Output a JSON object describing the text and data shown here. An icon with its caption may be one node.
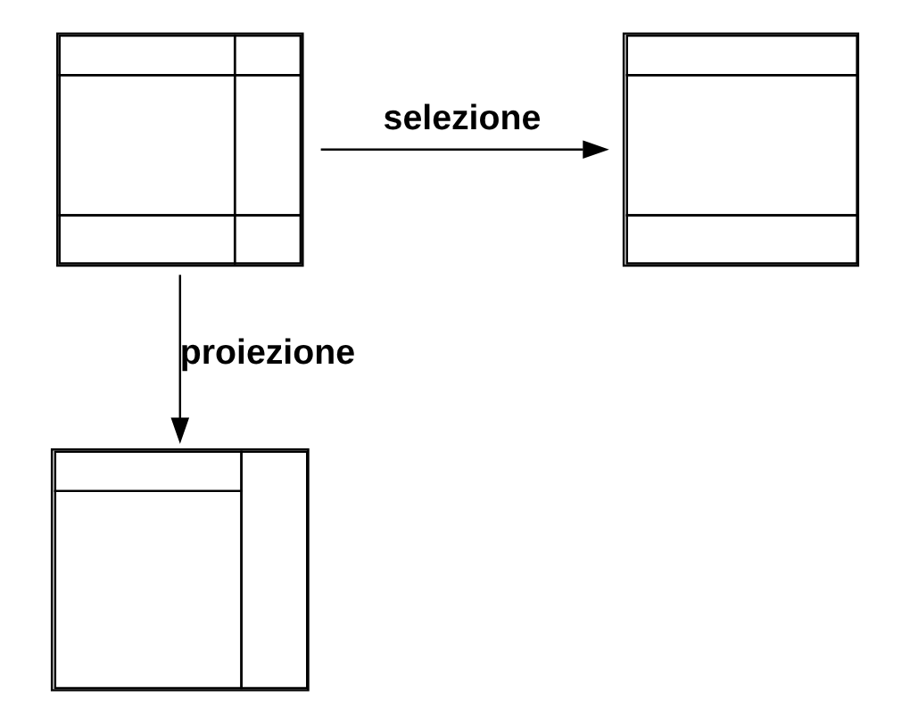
{
  "diagram": {
    "nodes": [
      {
        "text": [],
        "shape": "box"
      },
      {
        "text": [],
        "shape": "box"
      },
      {
        "text": [],
        "shape": "box"
      }
    ],
    "edges": [
      {
        "from": 0,
        "to": 1,
        "arrow": "to",
        "label": "selezione"
      },
      {
        "from": 0,
        "to": 2,
        "arrow": "to",
        "label": "proiezione"
      }
    ]
  }
}
